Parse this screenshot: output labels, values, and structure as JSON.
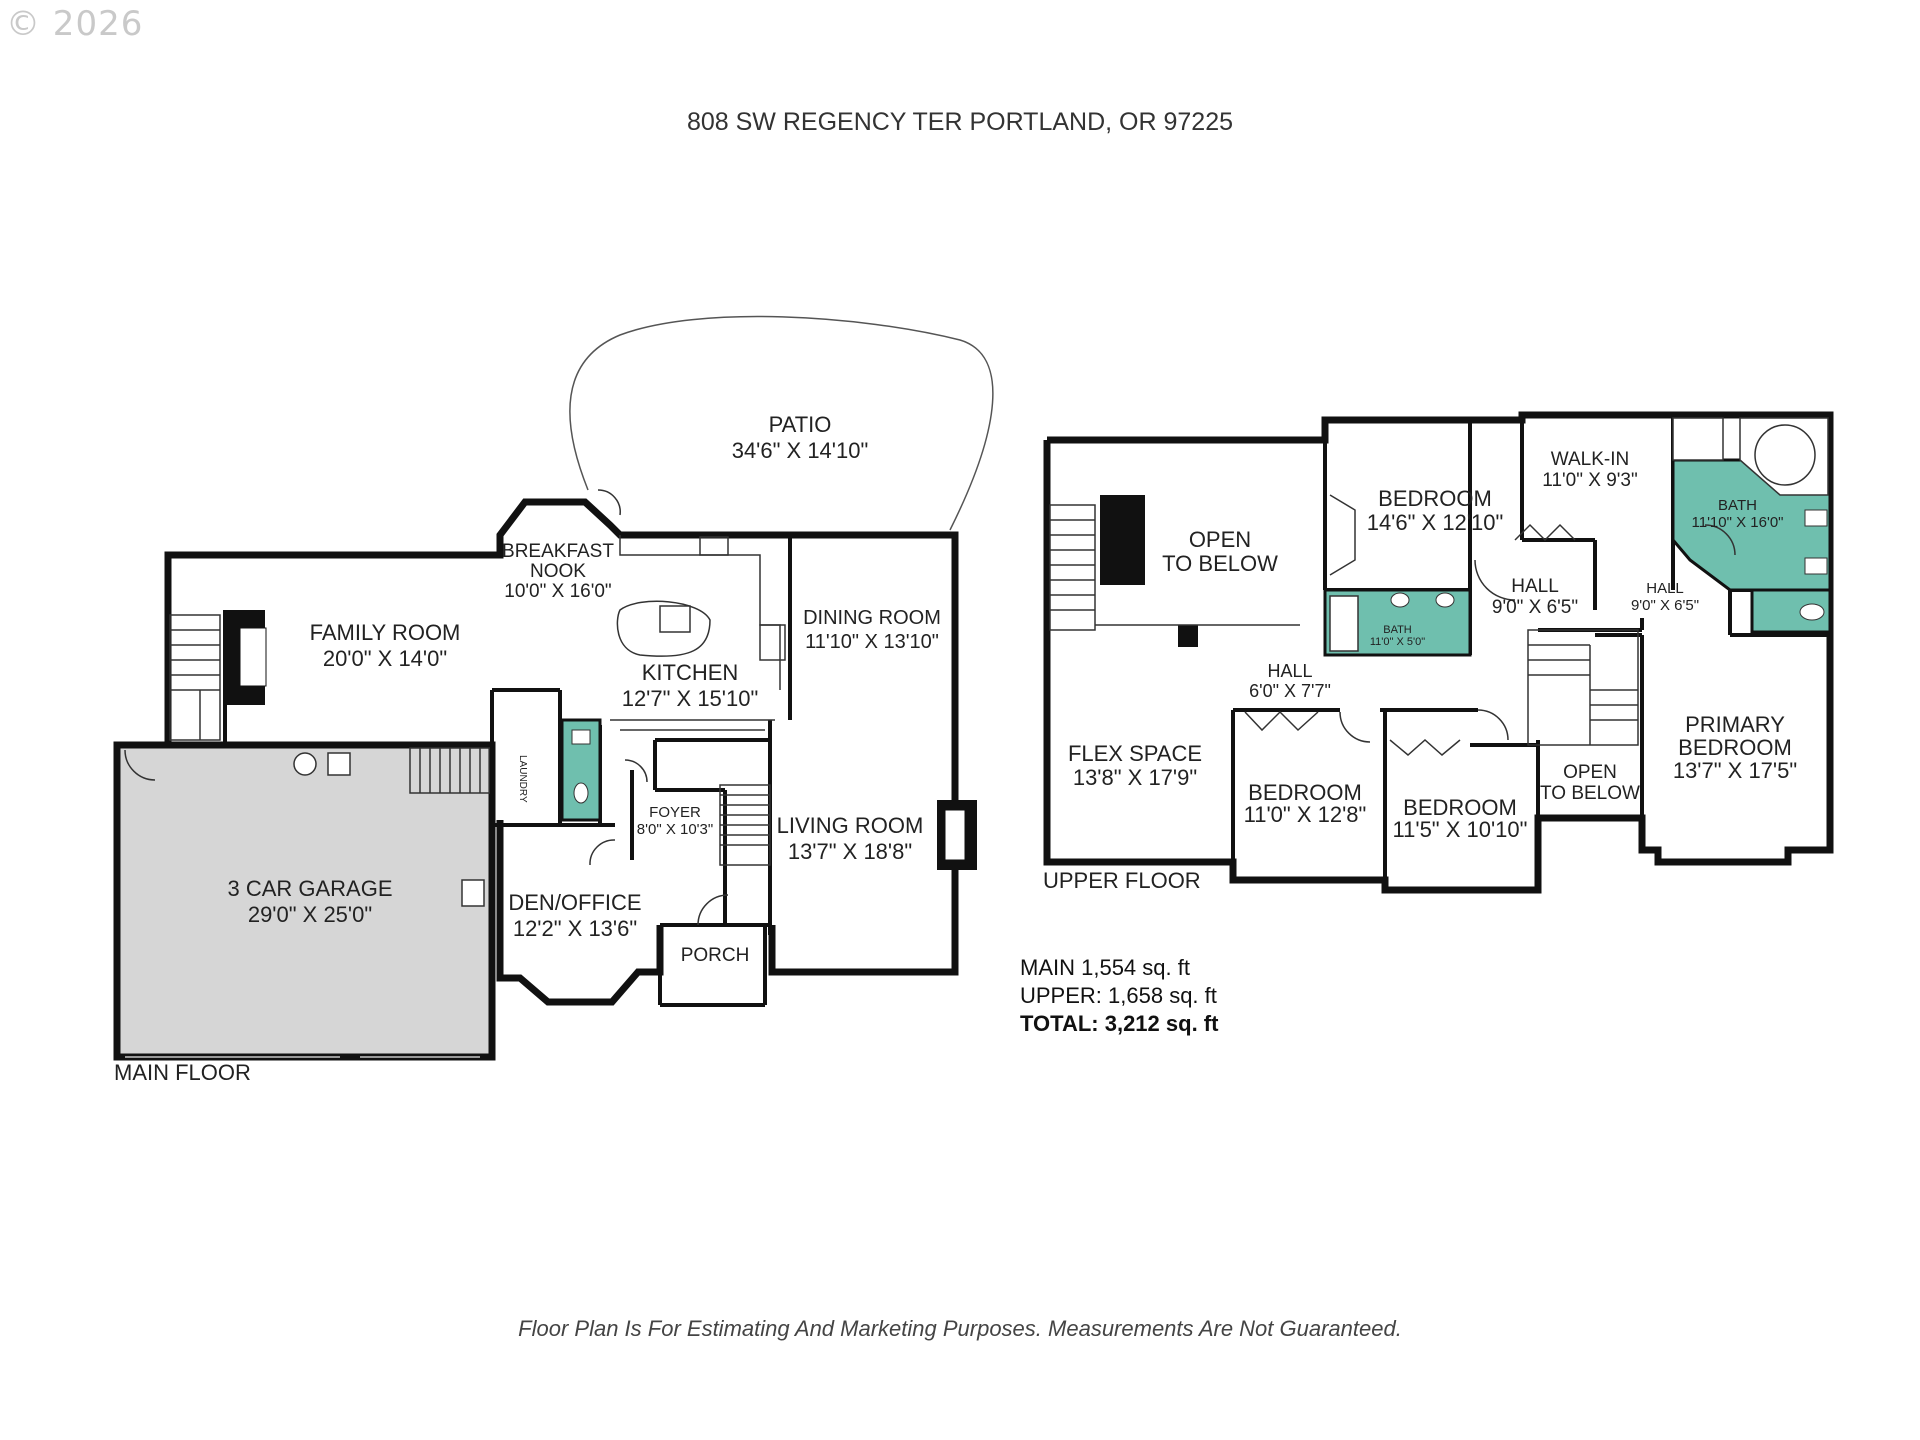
{
  "copyright": "© 2026",
  "address": "808 SW REGENCY TER PORTLAND, OR 97225",
  "floors": {
    "main_label": "MAIN FLOOR",
    "upper_label": "UPPER FLOOR"
  },
  "rooms": {
    "patio": {
      "name": "PATIO",
      "size": "34'6\" X 14'10\""
    },
    "breakfast_nook": {
      "name1": "BREAKFAST",
      "name2": "NOOK",
      "size": "10'0\" X 16'0\""
    },
    "family_room": {
      "name": "FAMILY ROOM",
      "size": "20'0\" X 14'0\""
    },
    "kitchen": {
      "name": "KITCHEN",
      "size": "12'7\" X 15'10\""
    },
    "dining_room": {
      "name": "DINING ROOM",
      "size": "11'10\" X 13'10\""
    },
    "living_room": {
      "name": "LIVING ROOM",
      "size": "13'7\" X 18'8\""
    },
    "foyer": {
      "name": "FOYER",
      "size": "8'0\" X 10'3\""
    },
    "laundry": {
      "name": "LAUNDRY"
    },
    "den_office": {
      "name": "DEN/OFFICE",
      "size": "12'2\" X 13'6\""
    },
    "porch": {
      "name": "PORCH"
    },
    "garage": {
      "name": "3 CAR GARAGE",
      "size": "29'0\" X 25'0\""
    },
    "open_to_below_1": {
      "name1": "OPEN",
      "name2": "TO BELOW"
    },
    "bedroom_top": {
      "name": "BEDROOM",
      "size": "14'6\" X 12'10\""
    },
    "walk_in": {
      "name": "WALK-IN",
      "size": "11'0\" X 9'3\""
    },
    "primary_bath": {
      "name": "BATH",
      "size": "11'10\" X 16'0\""
    },
    "hall_center": {
      "name": "HALL",
      "size": "9'0\" X 6'5\""
    },
    "hall_right": {
      "name": "HALL",
      "size": "9'0\" X 6'5\""
    },
    "bath_small": {
      "name": "BATH",
      "size": "11'0\" X 5'0\""
    },
    "hall_left": {
      "name": "HALL",
      "size": "6'0\" X 7'7\""
    },
    "flex_space": {
      "name": "FLEX SPACE",
      "size": "13'8\" X 17'9\""
    },
    "bedroom_left": {
      "name": "BEDROOM",
      "size": "11'0\" X 12'8\""
    },
    "bedroom_mid": {
      "name": "BEDROOM",
      "size": "11'5\" X 10'10\""
    },
    "open_to_below_2": {
      "name1": "OPEN",
      "name2": "TO BELOW"
    },
    "primary_bedroom": {
      "name1": "PRIMARY",
      "name2": "BEDROOM",
      "size": "13'7\" X 17'5\""
    }
  },
  "stats": {
    "main": "MAIN 1,554 sq. ft",
    "upper": "UPPER: 1,658 sq. ft",
    "total_label": "TOTAL: 3,212 sq. ft"
  },
  "disclaimer": "Floor Plan Is For Estimating And Marketing Purposes. Measurements Are Not Guaranteed.",
  "colors": {
    "wall": "#111111",
    "bath_fill": "#6fbfae",
    "garage_fill": "#d6d6d6",
    "fireplace": "#111111"
  }
}
